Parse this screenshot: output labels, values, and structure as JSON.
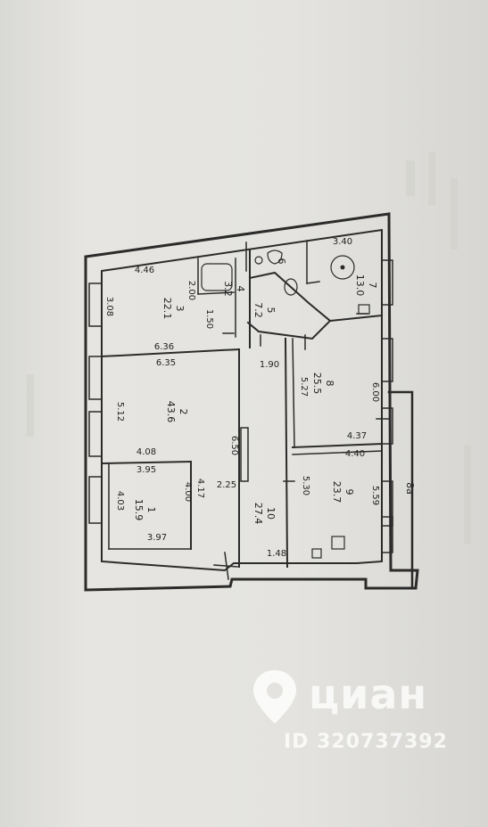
{
  "plan": {
    "rooms": [
      {
        "id": "room-1",
        "number": "1",
        "area": "15.9"
      },
      {
        "id": "room-2",
        "number": "2",
        "area": "43.6"
      },
      {
        "id": "room-3",
        "number": "3",
        "area": "22.1"
      },
      {
        "id": "room-4",
        "number": "4",
        "area": "3.2"
      },
      {
        "id": "room-5",
        "number": "5",
        "area": "7.2"
      },
      {
        "id": "room-6",
        "number": "6",
        "area": ""
      },
      {
        "id": "room-7",
        "number": "7",
        "area": "13.0"
      },
      {
        "id": "room-8",
        "number": "8",
        "area": "25.5"
      },
      {
        "id": "room-9",
        "number": "9",
        "area": "23.7"
      },
      {
        "id": "room-10",
        "number": "10",
        "area": "27.4"
      }
    ],
    "dimensions": [
      "4.46",
      "2.00",
      "1.50",
      "3.08",
      "6.36",
      "6.35",
      "5.12",
      "6.50",
      "4.08",
      "3.95",
      "4.17",
      "4.00",
      "2.25",
      "4.03",
      "3.97",
      "1.90",
      "5.27",
      "6.00",
      "4.37",
      "4.40",
      "5.30",
      "5.59",
      "3.40",
      "1.48"
    ],
    "wall_height": "8a"
  },
  "watermark": {
    "brand": "циан",
    "id_text": "ID 320737392"
  }
}
